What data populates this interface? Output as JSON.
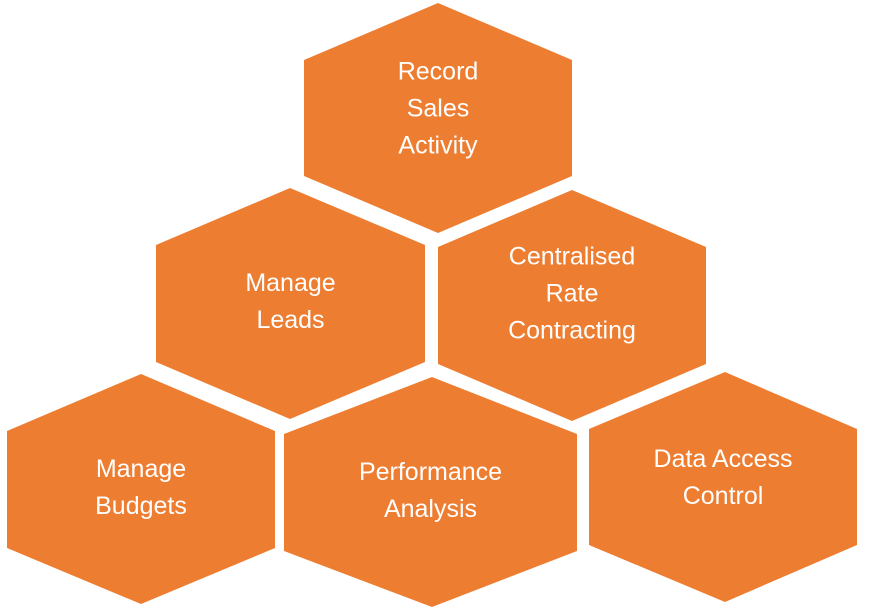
{
  "diagram": {
    "type": "hexagon-cluster",
    "fill_color": "#ED7D31",
    "text_color": "#FFFFFF",
    "background": "#FFFFFF",
    "hexagons": [
      {
        "id": "record-sales-activity",
        "row": 1,
        "lines": [
          "Record",
          "Sales",
          "Activity"
        ]
      },
      {
        "id": "manage-leads",
        "row": 2,
        "lines": [
          "Manage",
          "Leads"
        ]
      },
      {
        "id": "centralised-rate-contracting",
        "row": 2,
        "lines": [
          "Centralised",
          "Rate",
          "Contracting"
        ]
      },
      {
        "id": "manage-budgets",
        "row": 3,
        "lines": [
          "Manage",
          "Budgets"
        ]
      },
      {
        "id": "performance-analysis",
        "row": 3,
        "lines": [
          "Performance",
          "Analysis"
        ]
      },
      {
        "id": "data-access-control",
        "row": 3,
        "lines": [
          "Data Access",
          "Control"
        ]
      }
    ]
  }
}
